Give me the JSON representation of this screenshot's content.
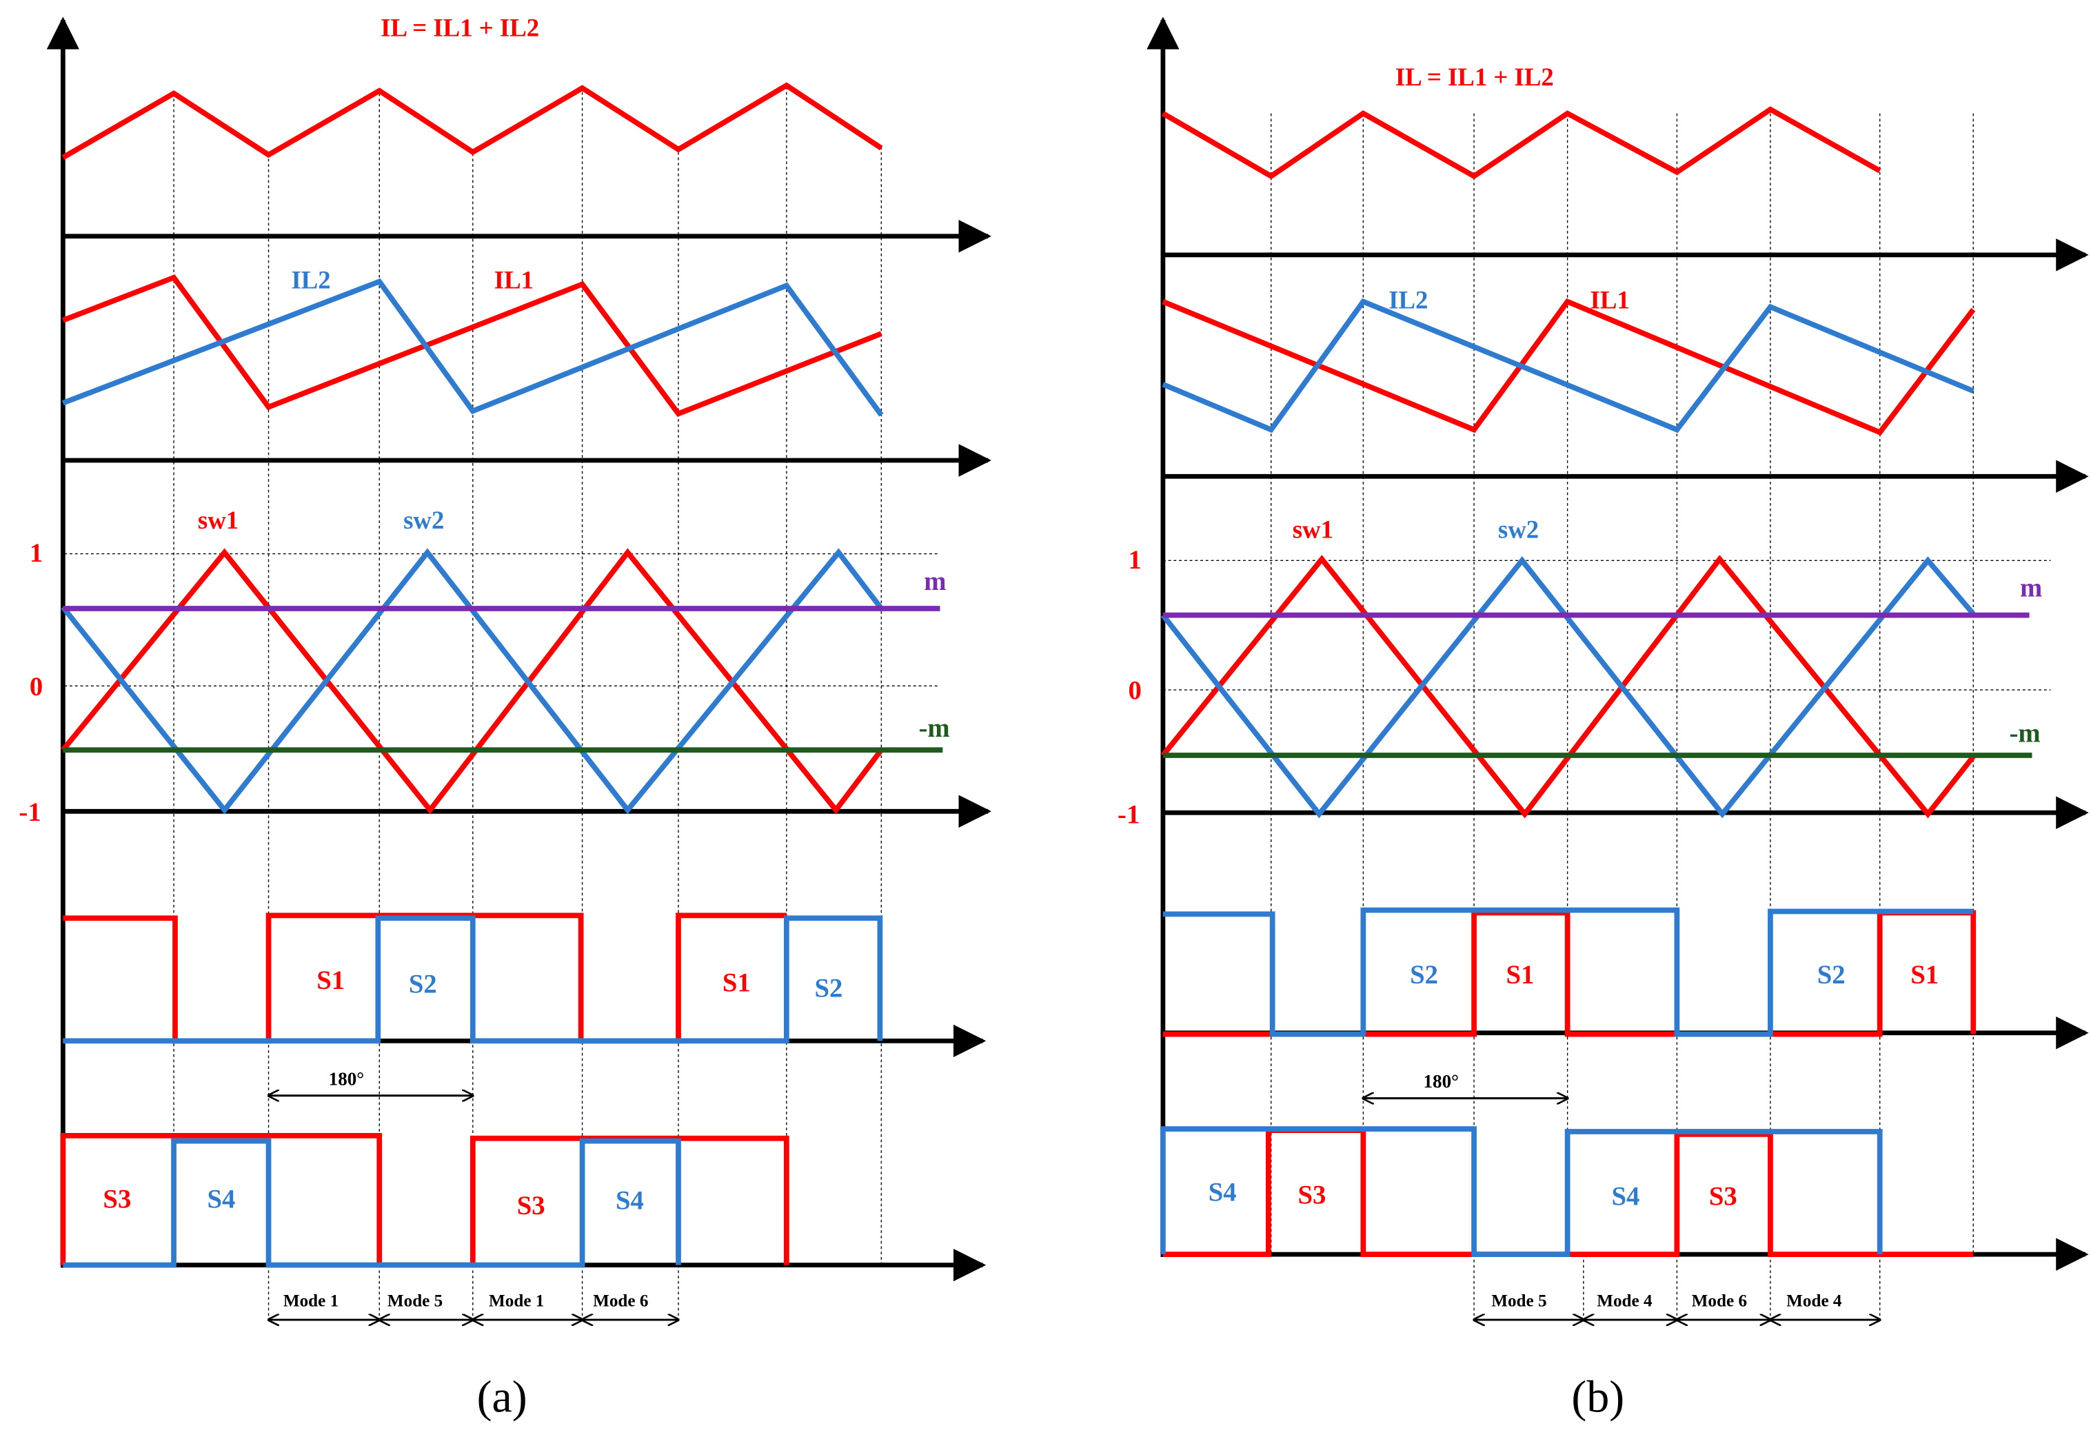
{
  "colors": {
    "red": "#ff0000",
    "blue": "#2e7bd0",
    "purple": "#7b2bb0",
    "green": "#1f5b1f",
    "black": "#000000"
  },
  "panels": [
    {
      "caption": "(a)",
      "il_total": "IL = IL1 + IL2",
      "il1": "IL1",
      "il2": "IL2",
      "sw1": "sw1",
      "sw2": "sw2",
      "m": "m",
      "neg_m": "-m",
      "tick_1": "1",
      "tick_0": "0",
      "tick_neg1": "-1",
      "phase": "180°",
      "switch_top": [
        "S1",
        "S2",
        "S1",
        "S2"
      ],
      "switch_bottom": [
        "S3",
        "S4",
        "S3",
        "S4"
      ],
      "modes": [
        "Mode 1",
        "Mode 5",
        "Mode 1",
        "Mode 6"
      ]
    },
    {
      "caption": "(b)",
      "il_total": "IL = IL1 + IL2",
      "il1": "IL1",
      "il2": "IL2",
      "sw1": "sw1",
      "sw2": "sw2",
      "m": "m",
      "neg_m": "-m",
      "tick_1": "1",
      "tick_0": "0",
      "tick_neg1": "-1",
      "phase": "180°",
      "switch_top": [
        "S2",
        "S1",
        "S2",
        "S1"
      ],
      "switch_bottom": [
        "S4",
        "S3",
        "S4",
        "S3"
      ],
      "modes": [
        "Mode 5",
        "Mode 4",
        "Mode 6",
        "Mode 4"
      ]
    }
  ]
}
